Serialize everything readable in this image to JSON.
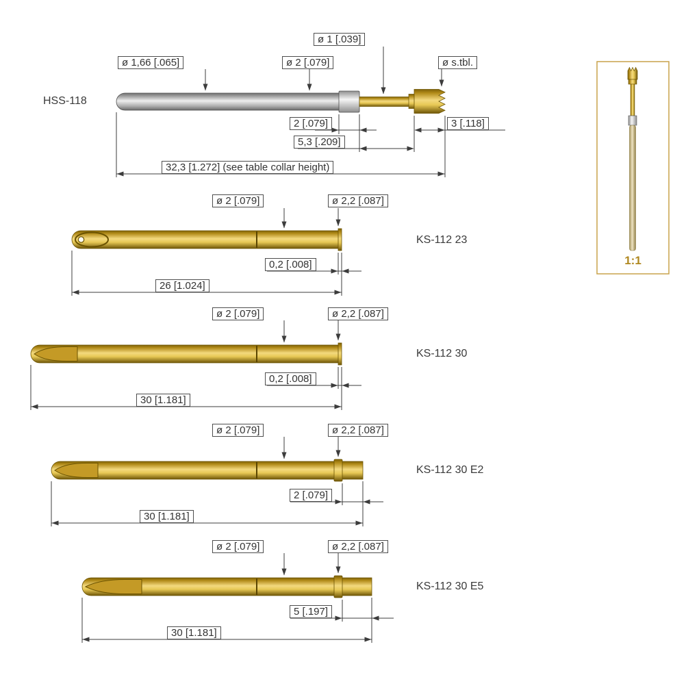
{
  "drawings": [
    {
      "name": "HSS-118",
      "dims": {
        "dia_barrel": "ø 1,66 [.065]",
        "dia_collar": "ø 2 [.079]",
        "dia_plunger": "ø 1 [.039]",
        "dia_tip": "ø s.tbl.",
        "len_collar": "2 [.079]",
        "len_front": "5,3 [.209]",
        "len_tip": "3 [.118]",
        "len_total": "32,3 [1.272] (see table collar height)"
      }
    },
    {
      "name": "KS-112 23",
      "dims": {
        "dia_body": "ø 2 [.079]",
        "dia_tip": "ø 2,2 [.087]",
        "len_tip": "0,2 [.008]",
        "len_total": "26 [1.024]"
      }
    },
    {
      "name": "KS-112 30",
      "dims": {
        "dia_body": "ø 2 [.079]",
        "dia_tip": "ø 2,2 [.087]",
        "len_tip": "0,2 [.008]",
        "len_total": "30 [1.181]"
      }
    },
    {
      "name": "KS-112 30 E2",
      "dims": {
        "dia_body": "ø 2 [.079]",
        "dia_tip": "ø 2,2 [.087]",
        "len_collar_to_tip": "2 [.079]",
        "len_total": "30 [1.181]"
      }
    },
    {
      "name": "KS-112 30 E5",
      "dims": {
        "dia_body": "ø 2 [.079]",
        "dia_tip": "ø 2,2 [.087]",
        "len_collar_to_tip": "5 [.197]",
        "len_total": "30 [1.181]"
      }
    }
  ],
  "scale_panel": {
    "label": "1:1"
  },
  "colors": {
    "gold": "#d9b13b",
    "steel_gray": "#c9c9c9",
    "line": "#3c3c3c",
    "scale_accent": "#b08820"
  }
}
